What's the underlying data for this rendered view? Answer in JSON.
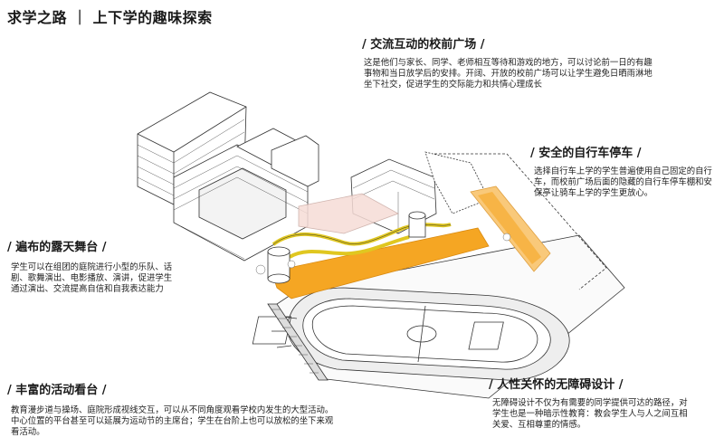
{
  "page": {
    "title": "求学之路 ｜ 上下学的趣味探索"
  },
  "sections": {
    "plaza": {
      "heading": "/ 交流互动的校前广场 /",
      "body": "这是他们与家长、同学、老师相互等待和游戏的地方，可以讨论前一日的有趣事物和当日放学后的安排。开阔、开放的校前广场可以让学生避免日晒雨淋地坐下社交，促进学生的交际能力和共情心理成长"
    },
    "bike": {
      "heading": "/ 安全的自行车停车 /",
      "body": "选择自行车上学的学生普遍使用自己固定的自行车，而校前广场后面的隐藏的自行车停车棚和安保亭让骑车上学的学生更放心。"
    },
    "stage": {
      "heading": "/ 遍布的露天舞台 /",
      "body": "学生可以在组团的庭院进行小型的乐队、话剧、歌舞演出、电影播放、演讲，促进学生通过演出、交流提高自信和自我表达能力"
    },
    "stands": {
      "heading": "/ 丰富的活动看台 /",
      "body": "教育漫步道与操场、庭院形成视线交互，可以从不同角度观看学校内发生的大型活动。中心位置的平台甚至可以延展为运动节的主席台；学生在台阶上也可以放松的坐下来观看活动。"
    },
    "access": {
      "heading": "/ 人性关怀的无障碍设计 /",
      "body": "无障碍设计不仅为有需要的同学提供可达的路径，对学生也是一种暗示性教育：教会学生人与人之间互相关爱、互相尊重的情感。"
    }
  },
  "colors": {
    "orange": "#f5a623",
    "yellow": "#f0dc3c",
    "light_orange": "#f9c97a",
    "line": "#333333"
  }
}
